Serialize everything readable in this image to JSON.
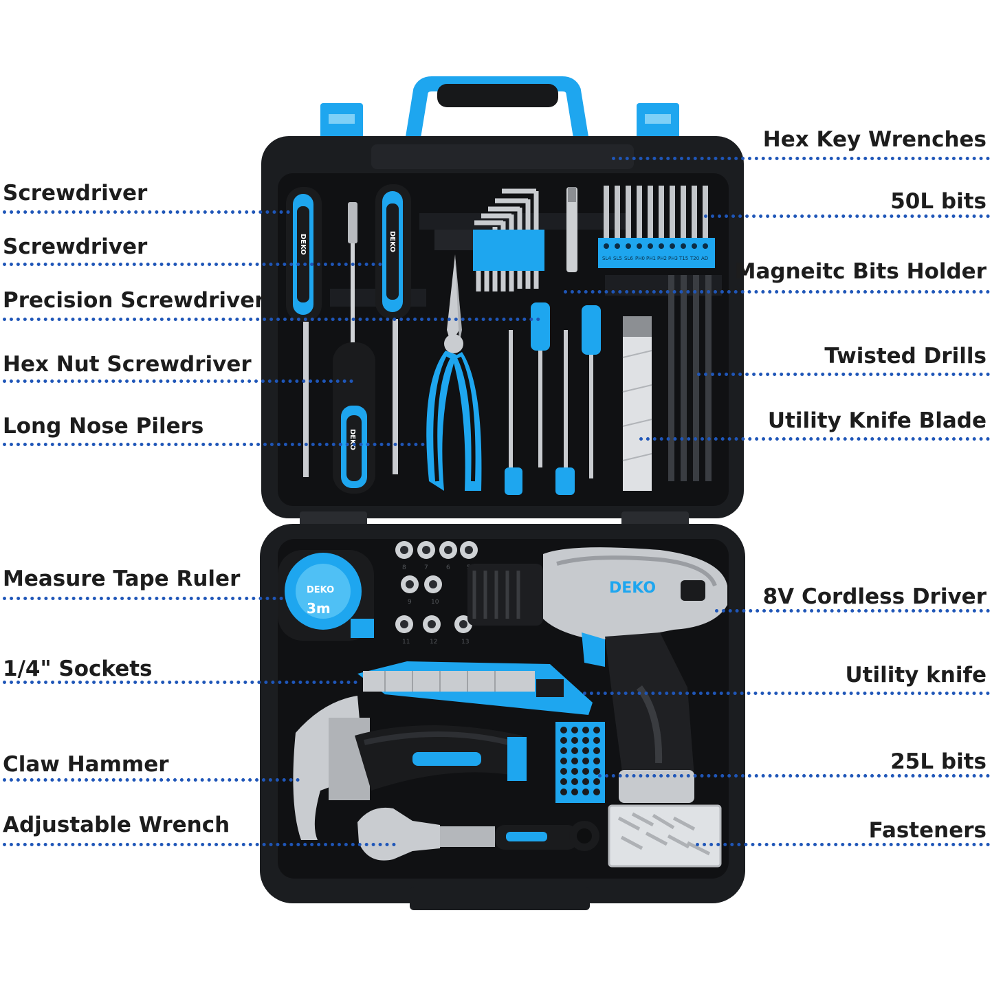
{
  "colors": {
    "accent": "#1ea6ef",
    "case": "#1b1d20",
    "tray": "#111214",
    "leader": "#1f56b8",
    "text": "#1d1d1d"
  },
  "brand": "DEKO",
  "tape_marking": "3m",
  "bit_marks": [
    "SL4",
    "SL5",
    "SL6",
    "PH0",
    "PH1",
    "PH2",
    "PH3",
    "T15",
    "T20",
    "AD"
  ],
  "socket_sizes": [
    "8",
    "7",
    "6",
    "5",
    "9",
    "10",
    "11",
    "12",
    "13"
  ],
  "labels_left": [
    {
      "text": "Screwdriver"
    },
    {
      "text": "Screwdriver"
    },
    {
      "text": "Precision Screwdriver"
    },
    {
      "text": "Hex Nut Screwdriver"
    },
    {
      "text": "Long Nose Pilers"
    },
    {
      "text": "Measure Tape Ruler"
    },
    {
      "text": "1/4\" Sockets"
    },
    {
      "text": "Claw Hammer"
    },
    {
      "text": "Adjustable Wrench"
    }
  ],
  "labels_right": [
    {
      "text": "Hex Key Wrenches"
    },
    {
      "text": "50L bits"
    },
    {
      "text": "Magneitc Bits Holder"
    },
    {
      "text": "Twisted Drills"
    },
    {
      "text": "Utility Knife Blade"
    },
    {
      "text": "8V Cordless Driver"
    },
    {
      "text": "Utility knife"
    },
    {
      "text": "25L bits"
    },
    {
      "text": "Fasteners"
    }
  ]
}
